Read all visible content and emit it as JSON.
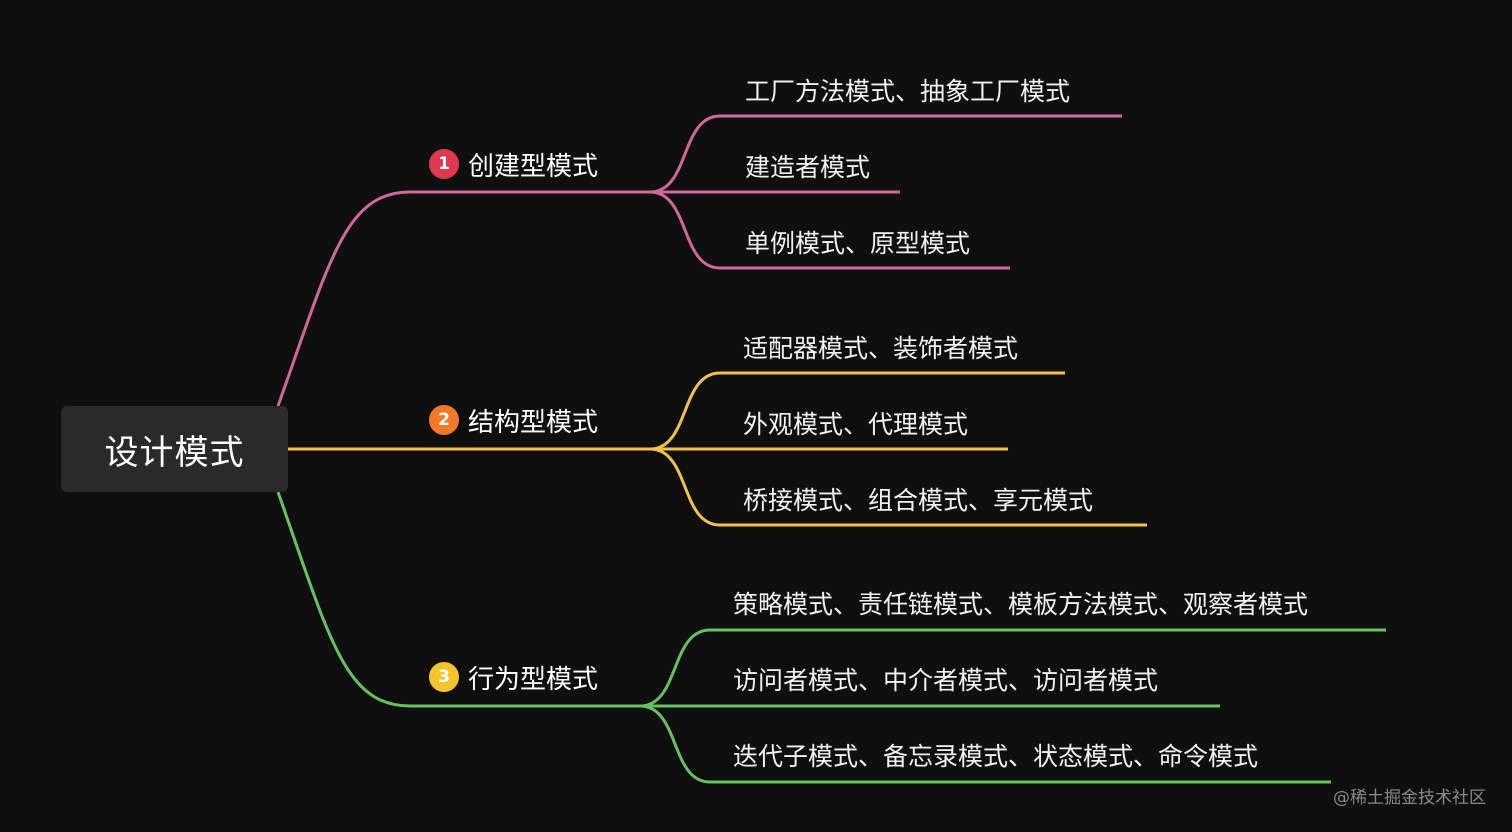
{
  "root": {
    "label": "设计模式"
  },
  "branches": [
    {
      "number": "1",
      "label": "创建型模式",
      "color": "#d3679c",
      "badge_color": "#e0394f",
      "leaves": [
        "工厂方法模式、抽象工厂模式",
        "建造者模式",
        "单例模式、原型模式"
      ]
    },
    {
      "number": "2",
      "label": "结构型模式",
      "color": "#f2c14e",
      "badge_color": "#f07a2a",
      "leaves": [
        "适配器模式、装饰者模式",
        "外观模式、代理模式",
        "桥接模式、组合模式、享元模式"
      ]
    },
    {
      "number": "3",
      "label": "行为型模式",
      "color": "#67c15e",
      "badge_color": "#f4c42c",
      "leaves": [
        "策略模式、责任链模式、模板方法模式、观察者模式",
        "访问者模式、中介者模式、访问者模式",
        "迭代子模式、备忘录模式、状态模式、命令模式"
      ]
    }
  ],
  "watermark": "@稀土掘金技术社区"
}
